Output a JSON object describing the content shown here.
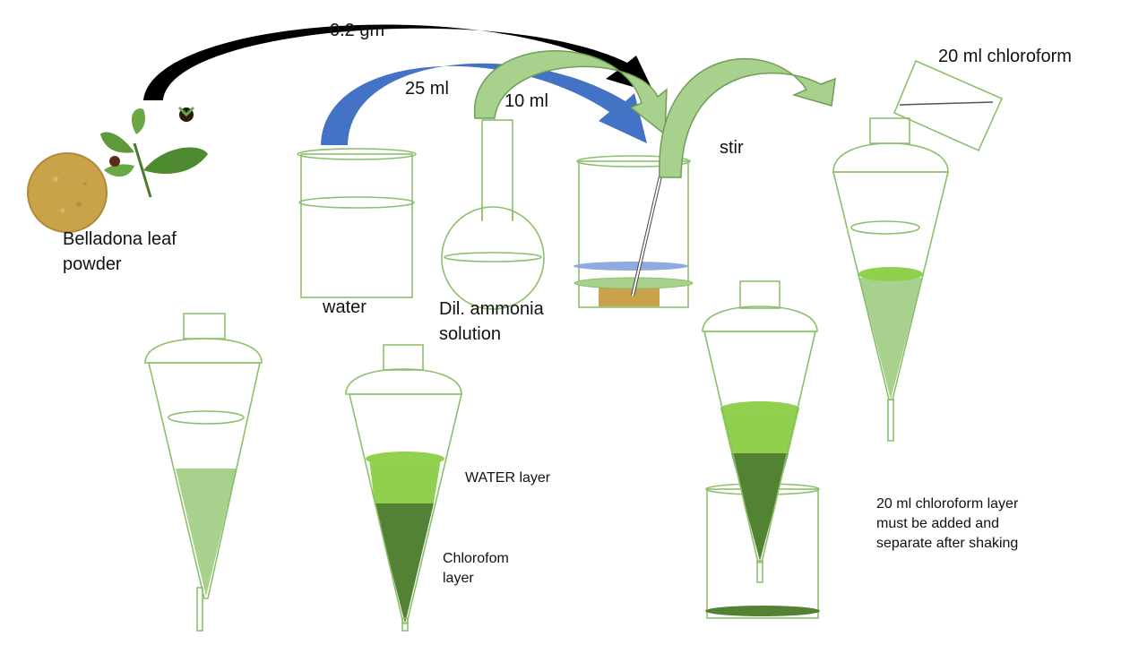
{
  "labels": {
    "amount_powder": "0.2 gm",
    "amount_water": "25 ml",
    "amount_ammonia": "10 ml",
    "chloroform_bottle": "20 ml chloroform",
    "stir": "stir",
    "powder_line1": "Belladona leaf",
    "powder_line2": "powder",
    "water": "water",
    "ammonia_line1": "Dil. ammonia",
    "ammonia_line2": "solution",
    "water_layer": "WATER  layer",
    "chloro_layer_line1": "Chlorofom",
    "chloro_layer_line2": "layer",
    "note_line1": "20 ml chloroform layer",
    "note_line2": "must be added and",
    "note_line3": "separate after shaking"
  },
  "colors": {
    "black_arrow": "#000000",
    "blue_arrow": "#4472c4",
    "green_arrow": "#a9d18e",
    "green_arrow_stroke": "#6f9e57",
    "glass_outline": "#8cbf6c",
    "light_green": "#a9d18e",
    "bright_green": "#8fd14f",
    "dark_green": "#548235",
    "blue_layer": "#8faadc",
    "powder": "#c9a24a"
  }
}
